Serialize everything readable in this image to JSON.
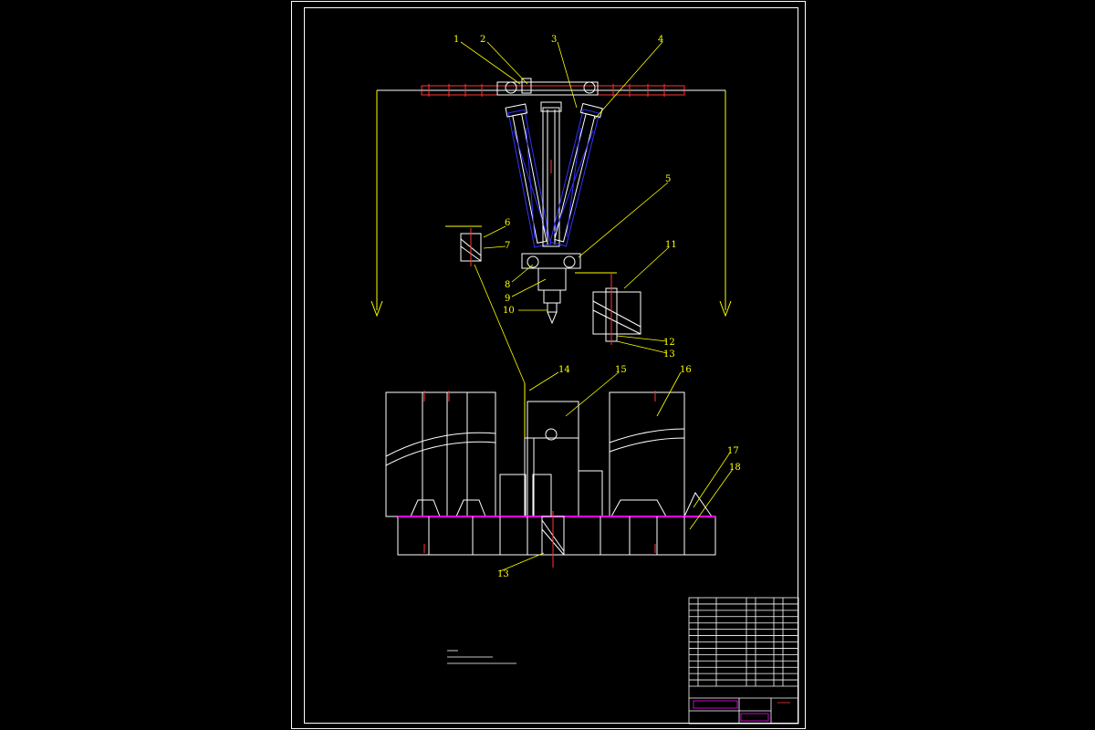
{
  "drawing": {
    "type": "CAD assembly drawing",
    "background_color": "#000000",
    "colors": {
      "outline": "#ffffff",
      "leader": "#ffff00",
      "cylinder": "#3333ff",
      "accent": "#ff00ff",
      "center_mark": "#ff3333"
    },
    "callouts": [
      {
        "id": "1",
        "label": "1"
      },
      {
        "id": "2",
        "label": "2"
      },
      {
        "id": "3",
        "label": "3"
      },
      {
        "id": "4",
        "label": "4"
      },
      {
        "id": "5",
        "label": "5"
      },
      {
        "id": "6",
        "label": "6"
      },
      {
        "id": "7",
        "label": "7"
      },
      {
        "id": "8",
        "label": "8"
      },
      {
        "id": "9",
        "label": "9"
      },
      {
        "id": "10",
        "label": "10"
      },
      {
        "id": "11",
        "label": "11"
      },
      {
        "id": "12",
        "label": "12"
      },
      {
        "id": "13a",
        "label": "13"
      },
      {
        "id": "14",
        "label": "14"
      },
      {
        "id": "15",
        "label": "15"
      },
      {
        "id": "16",
        "label": "16"
      },
      {
        "id": "17",
        "label": "17"
      },
      {
        "id": "18",
        "label": "18"
      },
      {
        "id": "13b",
        "label": "13"
      }
    ],
    "title_block": {
      "rows": 14,
      "columns": 6
    }
  }
}
